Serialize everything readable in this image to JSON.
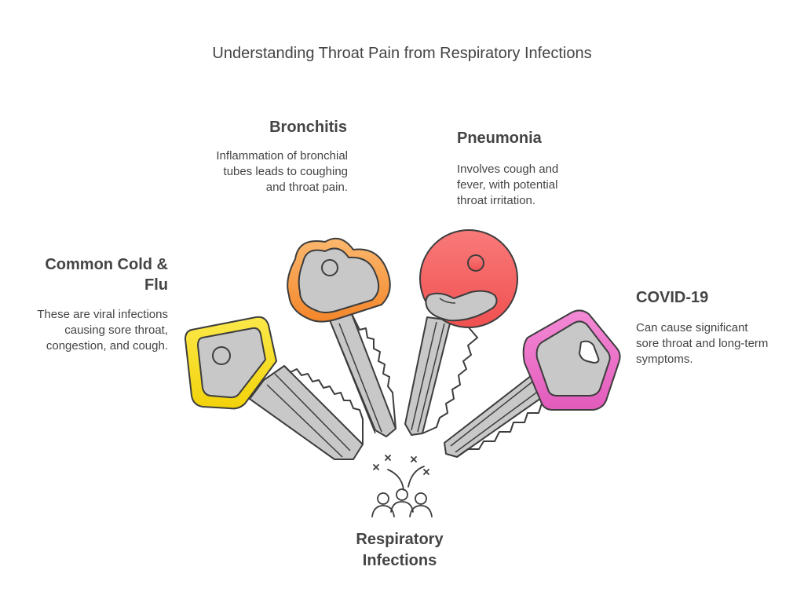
{
  "title": "Understanding Throat Pain from Respiratory Infections",
  "center": {
    "label": "Respiratory Infections",
    "icon": "group-of-people-icon"
  },
  "items": [
    {
      "heading": "Common Cold & Flu",
      "description": "These are viral infections causing sore throat, congestion, and cough.",
      "color": "#f5d90a",
      "key_shape": "square"
    },
    {
      "heading": "Bronchitis",
      "description": "Inflammation of bronchial tubes leads to coughing and throat pain.",
      "color": "#f7962e",
      "key_shape": "cloud"
    },
    {
      "heading": "Pneumonia",
      "description": "Involves cough and fever, with potential throat irritation.",
      "color": "#f66060",
      "key_shape": "circle"
    },
    {
      "heading": "COVID-19",
      "description": "Can cause significant sore throat and long-term symptoms.",
      "color": "#ee6cc8",
      "key_shape": "hexagon"
    }
  ]
}
